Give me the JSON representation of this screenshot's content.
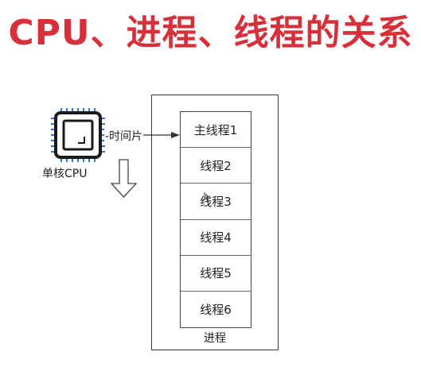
{
  "title": "CPU、进程、线程的关系",
  "colors": {
    "title": "#d7303a",
    "cpu_pin": "#3b73c4",
    "line": "#333333"
  },
  "cpu": {
    "icon": "cpu-chip-icon",
    "label": "单核CPU"
  },
  "time_slice_label": "-时间片",
  "process": {
    "label": "进程",
    "threads": [
      "主线程1",
      "线程2",
      "线程3",
      "线程4",
      "线程5",
      "线程6"
    ]
  },
  "arrows": {
    "down": "hollow-down-arrow-icon",
    "slice": "arrow-right-icon"
  }
}
